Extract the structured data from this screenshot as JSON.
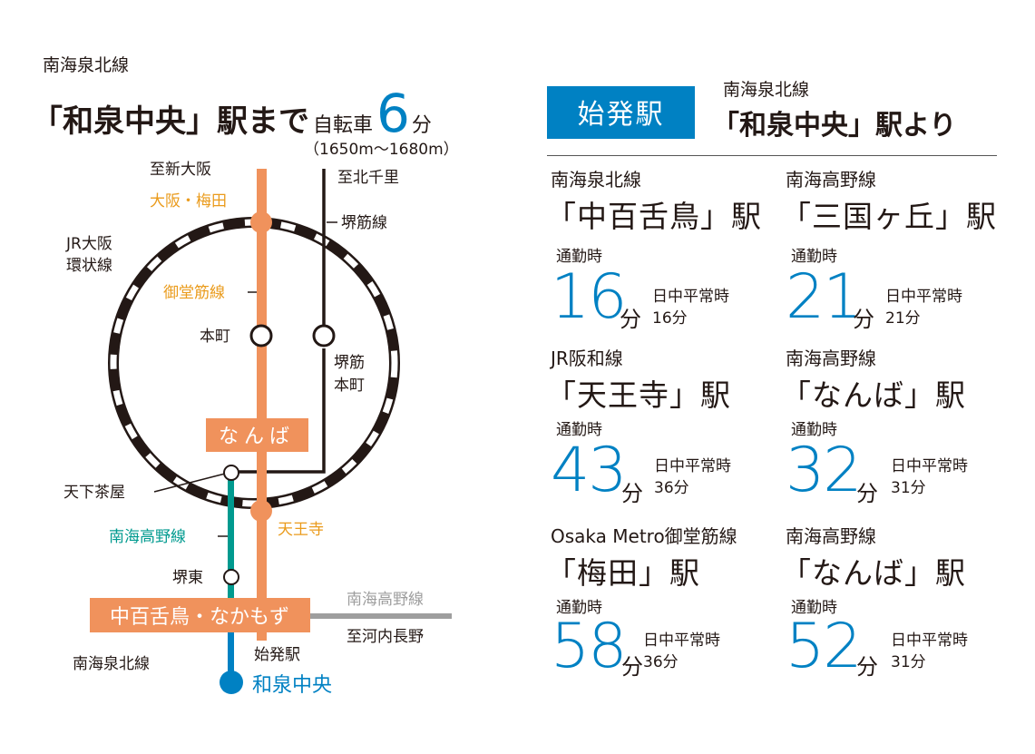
{
  "colors": {
    "orange": "#f0925c",
    "teal": "#009a8f",
    "blue": "#0081c3",
    "gray": "#9e9e9e",
    "dark": "#231815"
  },
  "header": {
    "line": "南海泉北線",
    "station": "「和泉中央」駅まで",
    "mode": "自転車",
    "minutes": "6",
    "unit": "分",
    "distance": "（1650m〜1680m）"
  },
  "map": {
    "to_shin_osaka": "至新大阪",
    "osaka_umeda": "大阪・梅田",
    "to_kita_senri": "至北千里",
    "sakaisuji_line": "堺筋線",
    "jr_loop": [
      "JR大阪",
      "環状線"
    ],
    "midosuji_line": "御堂筋線",
    "honmachi": "本町",
    "sakaisuji_honmachi": [
      "堺筋",
      "本町"
    ],
    "namba": "なんば",
    "tengachaya": "天下茶屋",
    "tennoji": "天王寺",
    "nankai_koya_left": "南海高野線",
    "sakaihigashi": "堺東",
    "nakamozu": "中百舌鳥・なかもず",
    "nankai_koya_right": "南海高野線",
    "to_kawachinagano": "至河内長野",
    "senboku_line": "南海泉北線",
    "origin_label": "始発駅",
    "izumi_chuo": "和泉中央"
  },
  "right": {
    "badge": "始発駅",
    "from_line": "南海泉北線",
    "from_station": "「和泉中央」駅より",
    "routes": [
      {
        "line": "南海泉北線",
        "station": "「中百舌鳥」駅",
        "commute_label": "通勤時",
        "commute": "16",
        "unit": "分",
        "daytime_label": "日中平常時",
        "daytime": "16分"
      },
      {
        "line": "南海高野線",
        "station": "「三国ヶ丘」駅",
        "commute_label": "通勤時",
        "commute": "21",
        "unit": "分",
        "daytime_label": "日中平常時",
        "daytime": "21分"
      },
      {
        "line": "JR阪和線",
        "station": "「天王寺」駅",
        "commute_label": "通勤時",
        "commute": "43",
        "unit": "分",
        "daytime_label": "日中平常時",
        "daytime": "36分"
      },
      {
        "line": "南海高野線",
        "station": "「なんば」駅",
        "commute_label": "通勤時",
        "commute": "32",
        "unit": "分",
        "daytime_label": "日中平常時",
        "daytime": "31分"
      },
      {
        "line": "Osaka Metro御堂筋線",
        "station": "「梅田」駅",
        "commute_label": "通勤時",
        "commute": "58",
        "unit": "分",
        "daytime_label": "日中平常時",
        "daytime": "36分"
      },
      {
        "line": "南海高野線",
        "station": "「なんば」駅",
        "commute_label": "通勤時",
        "commute": "52",
        "unit": "分",
        "daytime_label": "日中平常時",
        "daytime": "31分"
      }
    ]
  }
}
